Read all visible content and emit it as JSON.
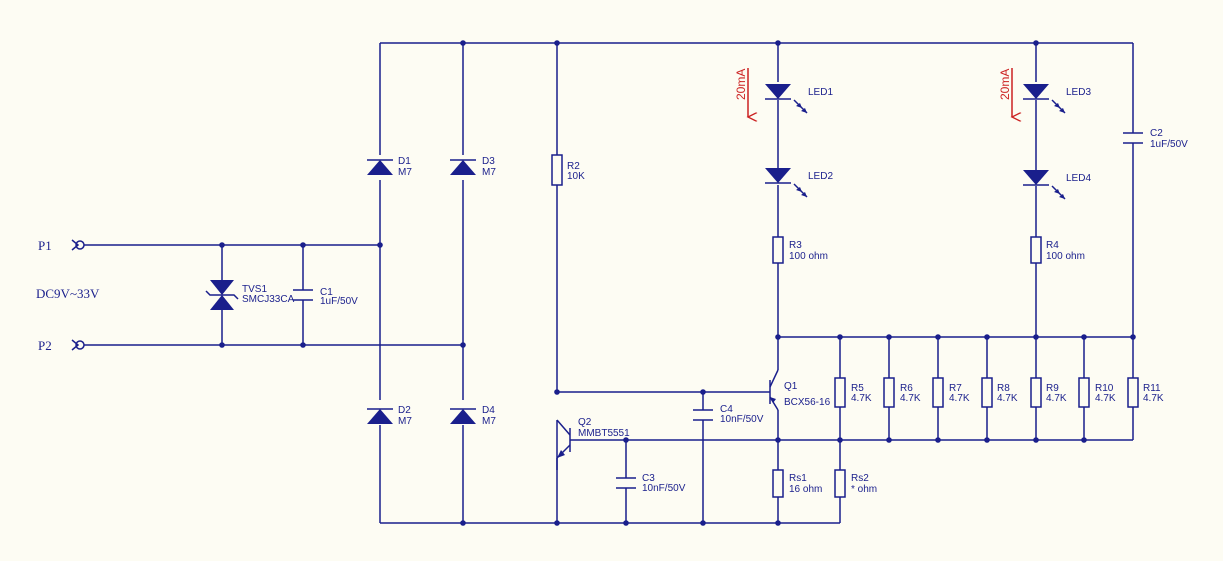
{
  "colors": {
    "wire": "#1a1f8c",
    "background": "#fdfcf3",
    "current_arrow": "#cc2222"
  },
  "ports": {
    "p1": "P1",
    "p2": "P2"
  },
  "supply_label": "DC9V~33V",
  "components": {
    "tvs1": {
      "ref": "TVS1",
      "value": "SMCJ33CA"
    },
    "c1": {
      "ref": "C1",
      "value": "1uF/50V"
    },
    "c2": {
      "ref": "C2",
      "value": "1uF/50V"
    },
    "c3": {
      "ref": "C3",
      "value": "10nF/50V"
    },
    "c4": {
      "ref": "C4",
      "value": "10nF/50V"
    },
    "d1": {
      "ref": "D1",
      "value": "M7"
    },
    "d2": {
      "ref": "D2",
      "value": "M7"
    },
    "d3": {
      "ref": "D3",
      "value": "M7"
    },
    "d4": {
      "ref": "D4",
      "value": "M7"
    },
    "r2": {
      "ref": "R2",
      "value": "10K"
    },
    "r3": {
      "ref": "R3",
      "value": "100 ohm"
    },
    "r4": {
      "ref": "R4",
      "value": "100 ohm"
    },
    "r5": {
      "ref": "R5",
      "value": "4.7K"
    },
    "r6": {
      "ref": "R6",
      "value": "4.7K"
    },
    "r7": {
      "ref": "R7",
      "value": "4.7K"
    },
    "r8": {
      "ref": "R8",
      "value": "4.7K"
    },
    "r9": {
      "ref": "R9",
      "value": "4.7K"
    },
    "r10": {
      "ref": "R10",
      "value": "4.7K"
    },
    "r11": {
      "ref": "R11",
      "value": "4.7K"
    },
    "rs1": {
      "ref": "Rs1",
      "value": "16 ohm"
    },
    "rs2": {
      "ref": "Rs2",
      "value": "* ohm"
    },
    "q1": {
      "ref": "Q1",
      "value": "BCX56-16"
    },
    "q2": {
      "ref": "Q2",
      "value": "MMBT5551"
    },
    "led1": {
      "ref": "LED1"
    },
    "led2": {
      "ref": "LED2"
    },
    "led3": {
      "ref": "LED3"
    },
    "led4": {
      "ref": "LED4"
    }
  },
  "current_labels": [
    "20mA",
    "20mA"
  ]
}
